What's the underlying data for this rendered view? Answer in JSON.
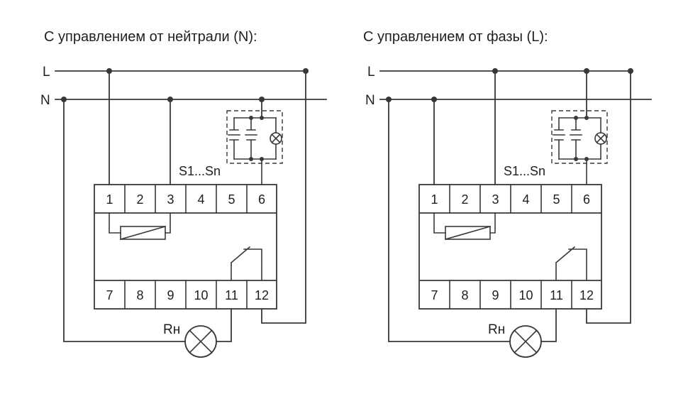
{
  "diagrams": {
    "left": {
      "title": "С управлением от нейтрали (N):"
    },
    "right": {
      "title": "С управлением от фазы (L):"
    }
  },
  "labels": {
    "phase": "L",
    "neutral": "N",
    "buttons_group": "S1...Sn",
    "load": "Rн"
  },
  "terminals": {
    "top": [
      "1",
      "2",
      "3",
      "4",
      "5",
      "6"
    ],
    "bottom": [
      "7",
      "8",
      "9",
      "10",
      "11",
      "12"
    ]
  },
  "colors": {
    "ink": "#383838",
    "text": "#1f1f1f",
    "background": "#ffffff"
  }
}
